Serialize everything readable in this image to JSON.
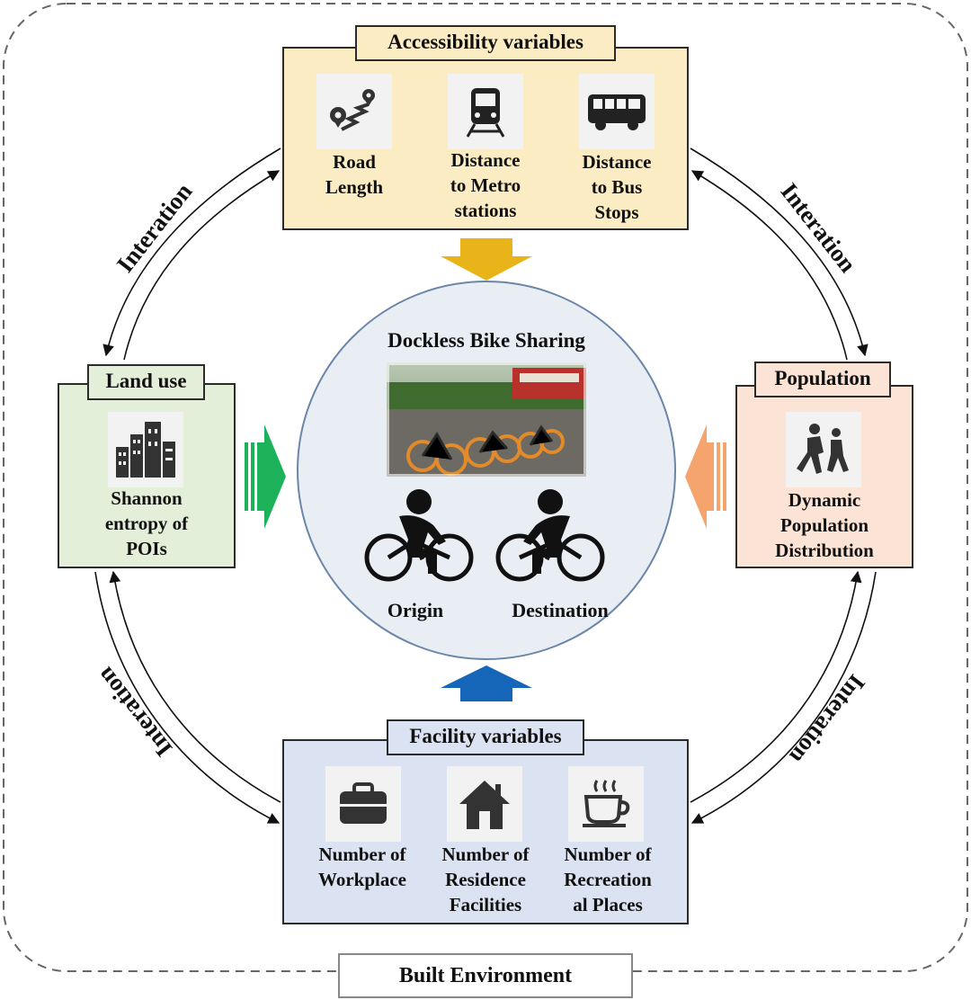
{
  "frame": {
    "label": "Built Environment"
  },
  "accessibility": {
    "title": "Accessibility variables",
    "items": [
      {
        "icon": "map-route-icon",
        "label": "Road\nLength"
      },
      {
        "icon": "metro-train-icon",
        "label": "Distance\nto Metro\nstations"
      },
      {
        "icon": "bus-icon",
        "label": "Distance\nto Bus\nStops"
      }
    ]
  },
  "land_use": {
    "title": "Land use",
    "icon": "city-buildings-icon",
    "label": "Shannon\nentropy of\nPOIs"
  },
  "population": {
    "title": "Population",
    "icon": "pedestrians-icon",
    "label": "Dynamic\nPopulation\nDistribution"
  },
  "facility": {
    "title": "Facility variables",
    "items": [
      {
        "icon": "briefcase-icon",
        "label": "Number of\nWorkplace"
      },
      {
        "icon": "house-icon",
        "label": "Number of\nResidence\nFacilities"
      },
      {
        "icon": "coffee-cup-icon",
        "label": "Number of\nRecreation\nal Places"
      }
    ]
  },
  "center": {
    "title": "Dockless Bike Sharing",
    "origin": "Origin",
    "destination": "Destination"
  },
  "interaction_labels": {
    "top_left": "Interation",
    "top_right": "Interation",
    "bottom_left": "Interation",
    "bottom_right": "Interation"
  },
  "colors": {
    "accessibility_fill": "#fcecc4",
    "land_use_fill": "#e3efd9",
    "population_fill": "#fbe4d6",
    "facility_fill": "#dbe3f2",
    "center_fill": "#e8eef4",
    "arrow_top": "#e8b419",
    "arrow_left": "#1db25a",
    "arrow_right": "#f4a46c",
    "arrow_bottom": "#1565b8"
  }
}
